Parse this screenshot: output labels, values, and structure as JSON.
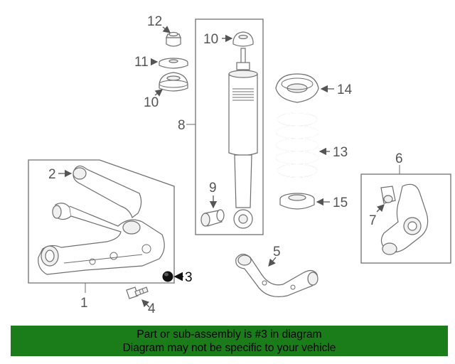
{
  "callouts": {
    "c1": "1",
    "c2": "2",
    "c3": "3",
    "c4": "4",
    "c5": "5",
    "c6": "6",
    "c7": "7",
    "c8": "8",
    "c9": "9",
    "c10a": "10",
    "c10b": "10",
    "c11": "11",
    "c12": "12",
    "c13": "13",
    "c14": "14",
    "c15": "15"
  },
  "banner": {
    "line1": "Part or sub-assembly is #3 in diagram",
    "line2": "Diagram may not be specific to your vehicle"
  },
  "colors": {
    "banner_background": "#1a7d1a",
    "highlighted_part": "#111111",
    "line_art": "#6e6e6e"
  }
}
